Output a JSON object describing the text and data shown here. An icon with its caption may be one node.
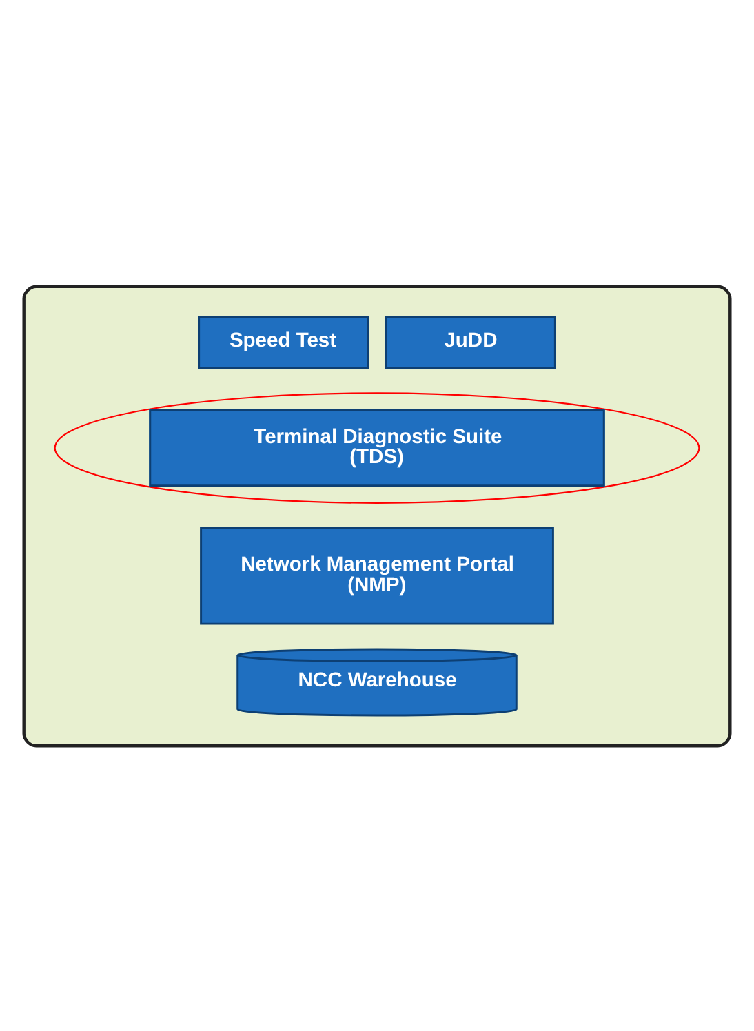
{
  "diagram": {
    "nodes": [
      {
        "text": [],
        "shape": "box"
      },
      {
        "text": [
          "Speed Test"
        ],
        "in": 0
      },
      {
        "text": [
          "JuDD"
        ],
        "in": 0
      },
      {
        "text": [
          "Terminal Diagnostic Suite (TDS)"
        ],
        "in": 0
      },
      {
        "text": [
          "Network Management Portal (NMP)"
        ],
        "in": 0
      },
      {
        "text": [
          "NCC Warehouse"
        ],
        "in": 0
      }
    ],
    "edges": []
  }
}
